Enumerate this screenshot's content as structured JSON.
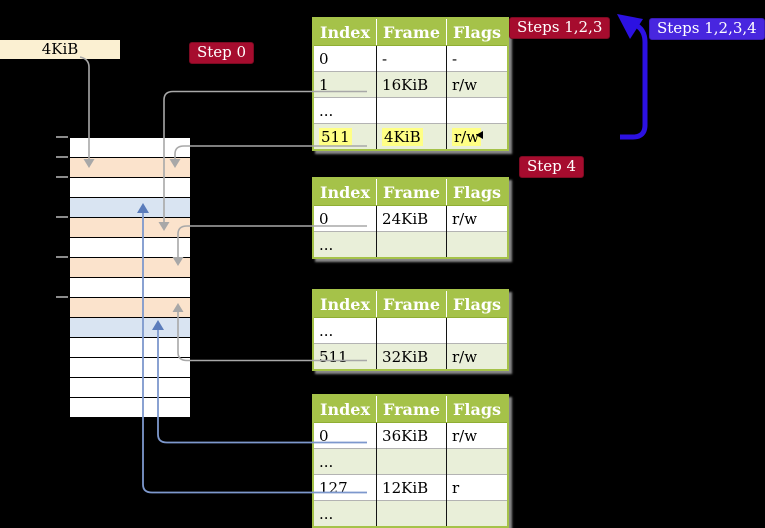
{
  "labels": {
    "frame_size": "4KiB",
    "step0": "Step 0",
    "steps123": "Steps 1,2,3",
    "steps1234": "Steps 1,2,3,4",
    "step4": "Step 4"
  },
  "memory": {
    "rows": [
      "free",
      "page-table",
      "free",
      "mapped-page",
      "page-table",
      "free",
      "page-table",
      "free",
      "page-table",
      "mapped-page",
      "free",
      "free",
      "free",
      "free"
    ]
  },
  "tables": [
    {
      "headers": [
        "Index",
        "Frame",
        "Flags"
      ],
      "rows": [
        {
          "cells": [
            "0",
            "-",
            "-"
          ]
        },
        {
          "cells": [
            "1",
            "16KiB",
            "r/w"
          ]
        },
        {
          "cells": [
            "...",
            "",
            ""
          ]
        },
        {
          "cells": [
            "511",
            "4KiB",
            "r/w"
          ],
          "highlighted": true
        }
      ]
    },
    {
      "headers": [
        "Index",
        "Frame",
        "Flags"
      ],
      "rows": [
        {
          "cells": [
            "0",
            "24KiB",
            "r/w"
          ]
        },
        {
          "cells": [
            "...",
            "",
            ""
          ]
        }
      ]
    },
    {
      "headers": [
        "Index",
        "Frame",
        "Flags"
      ],
      "rows": [
        {
          "cells": [
            "...",
            "",
            ""
          ]
        },
        {
          "cells": [
            "511",
            "32KiB",
            "r/w"
          ]
        }
      ]
    },
    {
      "headers": [
        "Index",
        "Frame",
        "Flags"
      ],
      "rows": [
        {
          "cells": [
            "0",
            "36KiB",
            "r/w"
          ]
        },
        {
          "cells": [
            "...",
            "",
            ""
          ]
        },
        {
          "cells": [
            "127",
            "12KiB",
            "r"
          ]
        },
        {
          "cells": [
            "...",
            "",
            ""
          ]
        }
      ]
    }
  ],
  "colors": {
    "background": "#000000",
    "table_header_green": "#a5c249",
    "table_alt_row_green": "#e9efd9",
    "highlight_yellow": "#ffff85",
    "frame_peach": "#fbe3cc",
    "page_blue": "#d9e4f2",
    "frame_label_cream": "#fbf0d2",
    "chip_crimson": "#a60c2e",
    "chip_blue_violet": "#4826df",
    "connector_gray": "#a8a8a8",
    "connector_blue": "#7d98cd",
    "loop_arrow_blue": "#2c11e2"
  }
}
